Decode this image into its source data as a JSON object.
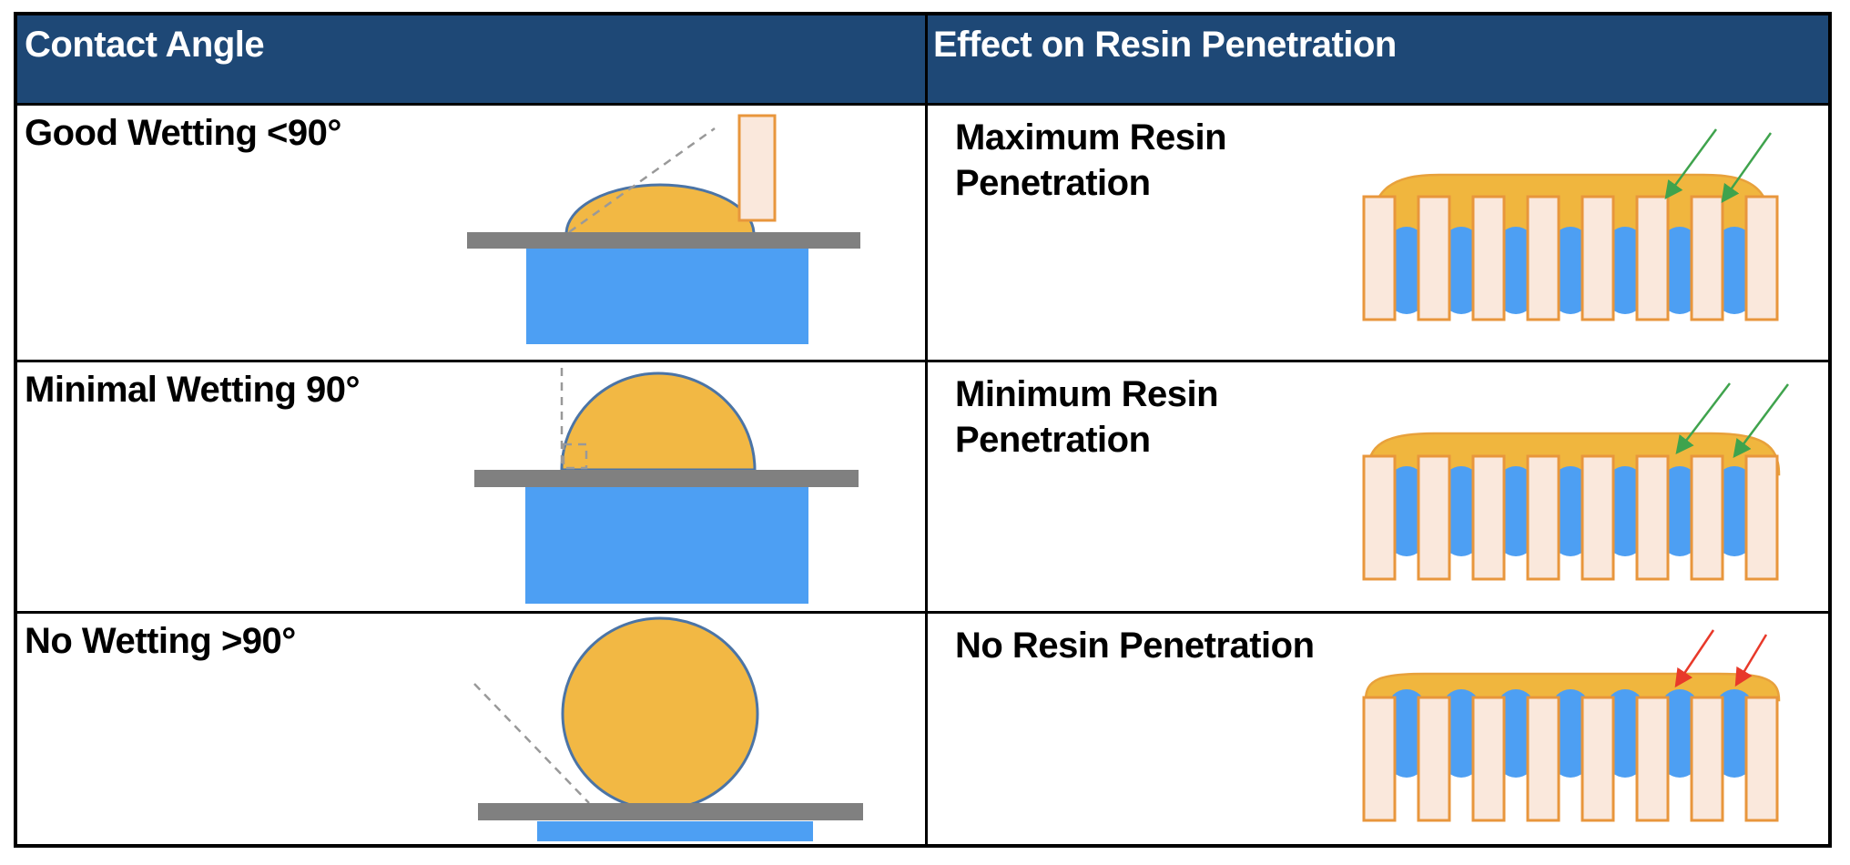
{
  "header": {
    "contact_angle": "Contact Angle",
    "effect": "Effect on Resin Penetration"
  },
  "rows": [
    {
      "contact_angle": "Good Wetting <90°",
      "effect": "Maximum Resin Penetration"
    },
    {
      "contact_angle": "Minimal Wetting 90°",
      "effect": "Minimum Resin Penetration"
    },
    {
      "contact_angle": "No Wetting >90°",
      "effect": "No Resin Penetration"
    }
  ],
  "colors": {
    "header_background": "#1E4876",
    "header_text": "#FFFFFF",
    "resin_yellow": "#F2B844",
    "droplet_outline": "#4B74A6",
    "substrate_gray": "#808080",
    "water_blue": "#4D9FF3",
    "fiber_peach": "#FAE8DC",
    "fiber_border": "#E8963C",
    "good_arrow_green": "#3FA34D",
    "bad_arrow_red": "#E8392A"
  }
}
